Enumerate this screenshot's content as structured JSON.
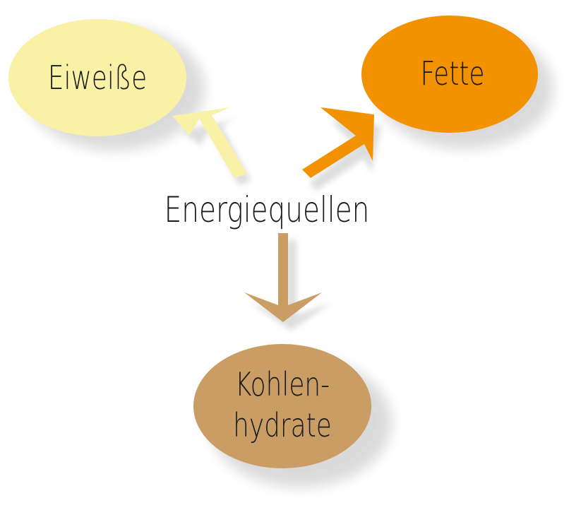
{
  "center": {
    "label": "Energiequellen"
  },
  "nodes": [
    {
      "id": "eiweisse",
      "label_lines": [
        "Eiweiße"
      ],
      "color": "#F9F1A5"
    },
    {
      "id": "fette",
      "label_lines": [
        "Fette"
      ],
      "color": "#F29200"
    },
    {
      "id": "kohlenhydrate",
      "label_lines": [
        "Kohlen-",
        "hydrate"
      ],
      "color": "#C99D64"
    }
  ],
  "shadow_color": "#bdbdbd"
}
